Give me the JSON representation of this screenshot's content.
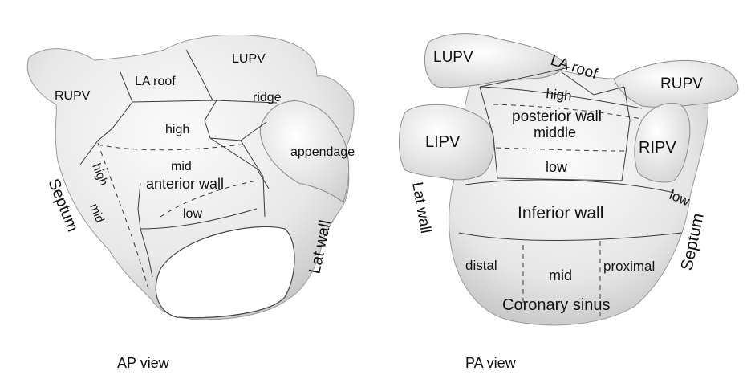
{
  "colors": {
    "surface_light": "#f4f4f4",
    "surface_dark": "#bdbdbd",
    "line": "#3a3a3a",
    "text": "#111111"
  },
  "ap_view": {
    "caption": "AP view",
    "labels": {
      "rupv": "RUPV",
      "la_roof": "LA roof",
      "lupv": "LUPV",
      "ridge": "ridge",
      "high": "high",
      "appendage": "appendage",
      "mid": "mid",
      "anterior_wall": "anterior wall",
      "low": "low",
      "septum": "Septum",
      "septum_high": "high",
      "septum_mid": "mid",
      "lat_wall": "Lat wall"
    }
  },
  "pa_view": {
    "caption": "PA view",
    "labels": {
      "lupv": "LUPV",
      "la_roof": "LA roof",
      "rupv": "RUPV",
      "high": "high",
      "posterior_wall": "posterior wall",
      "middle": "middle",
      "lipv": "LIPV",
      "low": "low",
      "ripv": "RIPV",
      "inferior_wall": "Inferior wall",
      "lat_wall": "Lat wall",
      "low_septal": "low",
      "septum": "Septum",
      "distal": "distal",
      "mid": "mid",
      "proximal": "proximal",
      "coronary_sinus": "Coronary sinus"
    }
  }
}
